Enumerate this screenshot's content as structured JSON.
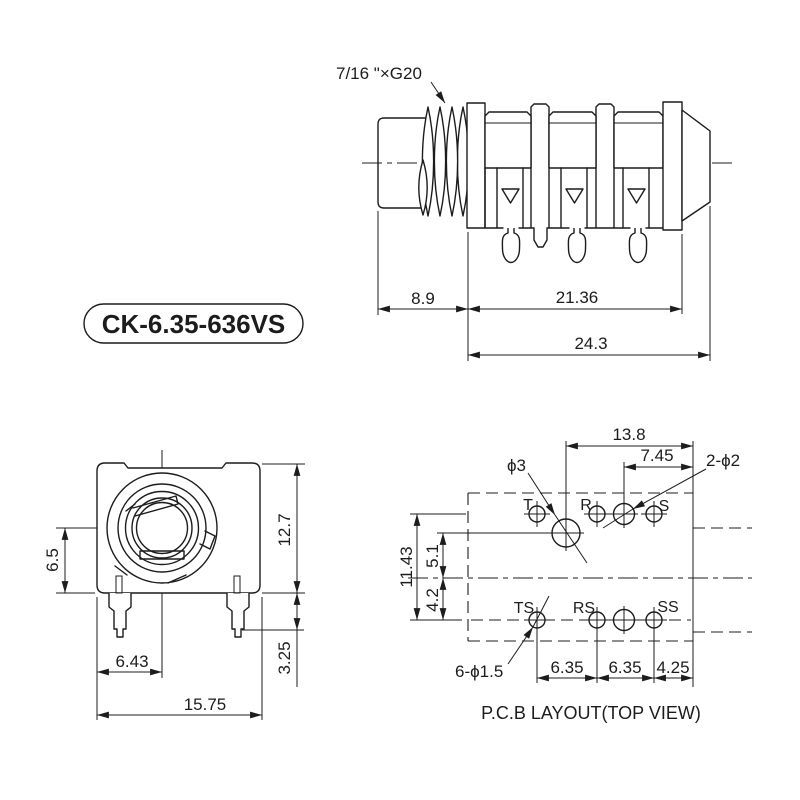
{
  "colors": {
    "line": "#1c1c1c",
    "background": "#ffffff"
  },
  "model_label": "CK-6.35-636VS",
  "side_view": {
    "thread_spec": "7/16 \"×G20",
    "dim_bushing": "8.9",
    "dim_body": "21.36",
    "dim_overall": "24.3"
  },
  "front_view": {
    "dim_center_to_bottom": "6.5",
    "dim_height": "12.7",
    "dim_leg": "3.25",
    "dim_center_offset": "6.43",
    "dim_width": "15.75"
  },
  "pcb": {
    "caption": "P.C.B LAYOUT(TOP VIEW)",
    "dim_13_8": "13.8",
    "dim_7_45": "7.45",
    "dim_11_43": "11.43",
    "dim_5_1": "5.1",
    "dim_4_2": "4.2",
    "dim_pitch_1": "6.35",
    "dim_pitch_2": "6.35",
    "dim_edge": "4.25",
    "callout_phi3": "ϕ3",
    "callout_2phi2": "2-ϕ2",
    "callout_6phi15": "6-ϕ1.5",
    "pads": {
      "t": "T",
      "r": "R",
      "s": "S",
      "ts": "TS",
      "rs": "RS",
      "ss": "SS"
    }
  }
}
